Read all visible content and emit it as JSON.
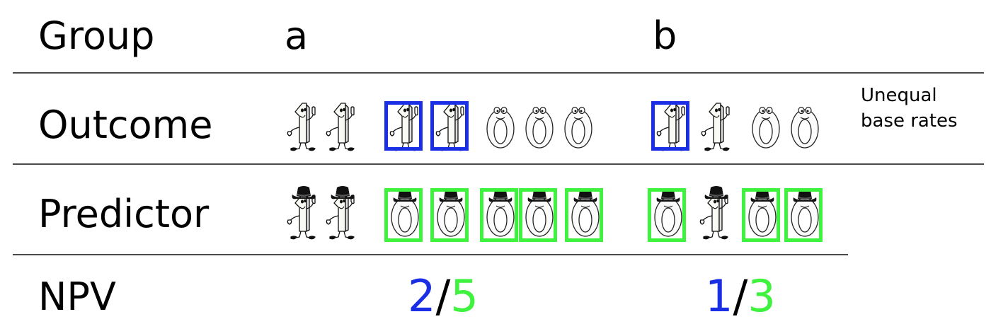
{
  "headers": {
    "row_labels": {
      "group": "Group",
      "outcome": "Outcome",
      "predictor": "Predictor",
      "npv": "NPV"
    },
    "groups": [
      "a",
      "b"
    ]
  },
  "note": {
    "line1": "Unequal",
    "line2": "base rates"
  },
  "colors": {
    "blue": "#1a2ee6",
    "green": "#3ef23e"
  },
  "outcome_row": {
    "a": [
      "one",
      "one",
      "one-blue",
      "one-blue",
      "zero",
      "zero",
      "zero"
    ],
    "b": [
      "one-blue",
      "one",
      "zero",
      "zero"
    ]
  },
  "predictor_row": {
    "a": [
      "one-hat",
      "one-hat",
      "zero-hat-green",
      "zero-hat-green",
      "zero-hat-green",
      "zero-hat-green",
      "zero-hat-green"
    ],
    "b": [
      "zero-hat-green",
      "one-hat",
      "zero-hat-green",
      "zero-hat-green"
    ]
  },
  "npv": {
    "a": {
      "numerator": "2",
      "slash": "/",
      "denominator": "5"
    },
    "b": {
      "numerator": "1",
      "slash": "/",
      "denominator": "3"
    }
  }
}
